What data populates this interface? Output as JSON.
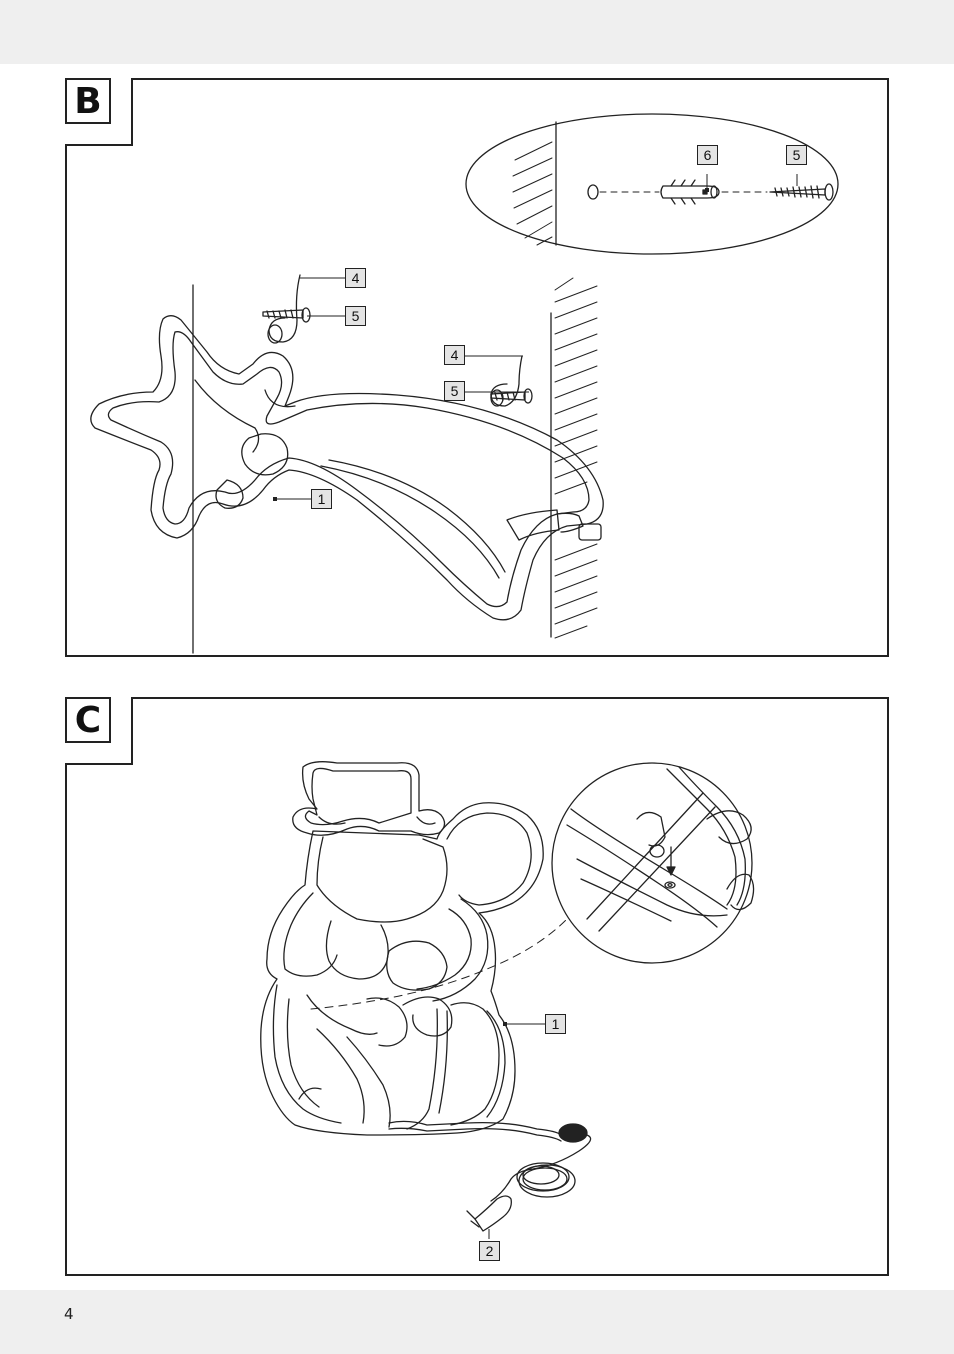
{
  "page": {
    "number": "4",
    "colors": {
      "band": "#efefef",
      "line": "#222222",
      "callout_fill": "#e4e4e4"
    }
  },
  "panels": [
    {
      "label": "B",
      "callouts": [
        "6",
        "5",
        "4",
        "5",
        "4",
        "5",
        "1"
      ]
    },
    {
      "label": "C",
      "callouts": [
        "1",
        "2"
      ]
    }
  ]
}
